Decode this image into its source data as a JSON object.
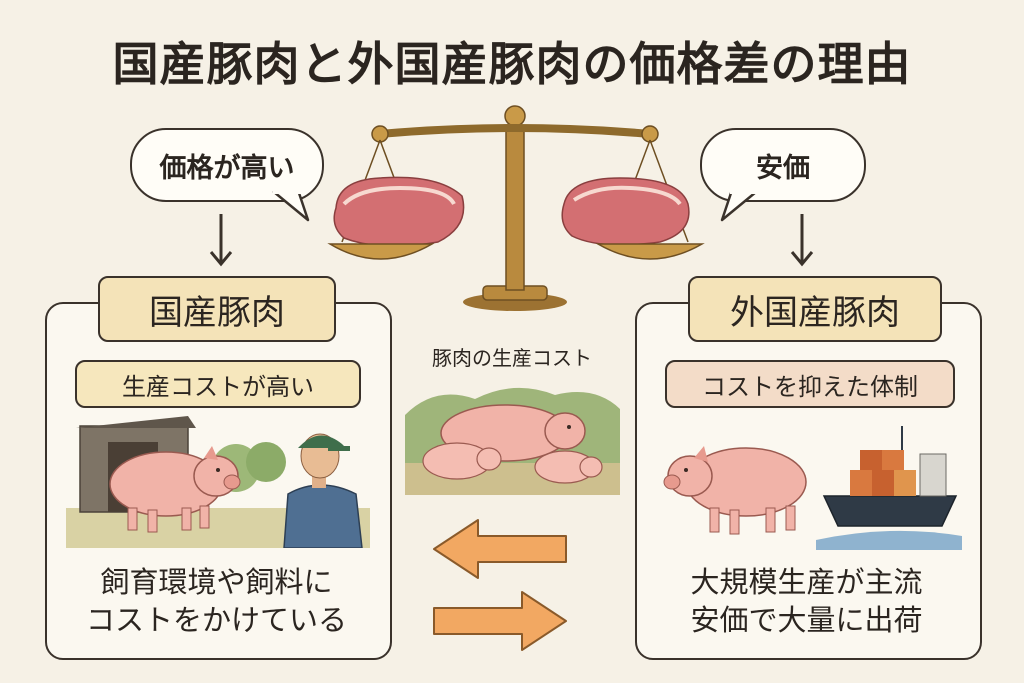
{
  "title": "国産豚肉と外国産豚肉の価格差の理由",
  "center_label": "豚肉の生産コスト",
  "left": {
    "bubble": "価格が高い",
    "header": "国産豚肉",
    "subheader": "生産コストが高い",
    "desc_line1": "飼育環境や飼料に",
    "desc_line2": "コストをかけている"
  },
  "right": {
    "bubble": "安価",
    "header": "外国産豚肉",
    "subheader": "コストを抑えた体制",
    "desc_line1": "大規模生産が主流",
    "desc_line2": "安価で大量に出荷"
  },
  "colors": {
    "background": "#f6f1e6",
    "header_fill": "#f4e3b8",
    "left_sub_fill": "#f6e7bd",
    "right_sub_fill": "#f3dcc8",
    "arrow_fill": "#f2a862",
    "scale_brass": "#b98a3e",
    "meat": "#e07f7f"
  },
  "icons": [
    "balance-scale-icon",
    "pig-icon",
    "farmer-icon",
    "barn-icon",
    "cargo-ship-icon",
    "arrow-left-icon",
    "arrow-right-icon",
    "arrow-down-icon"
  ]
}
